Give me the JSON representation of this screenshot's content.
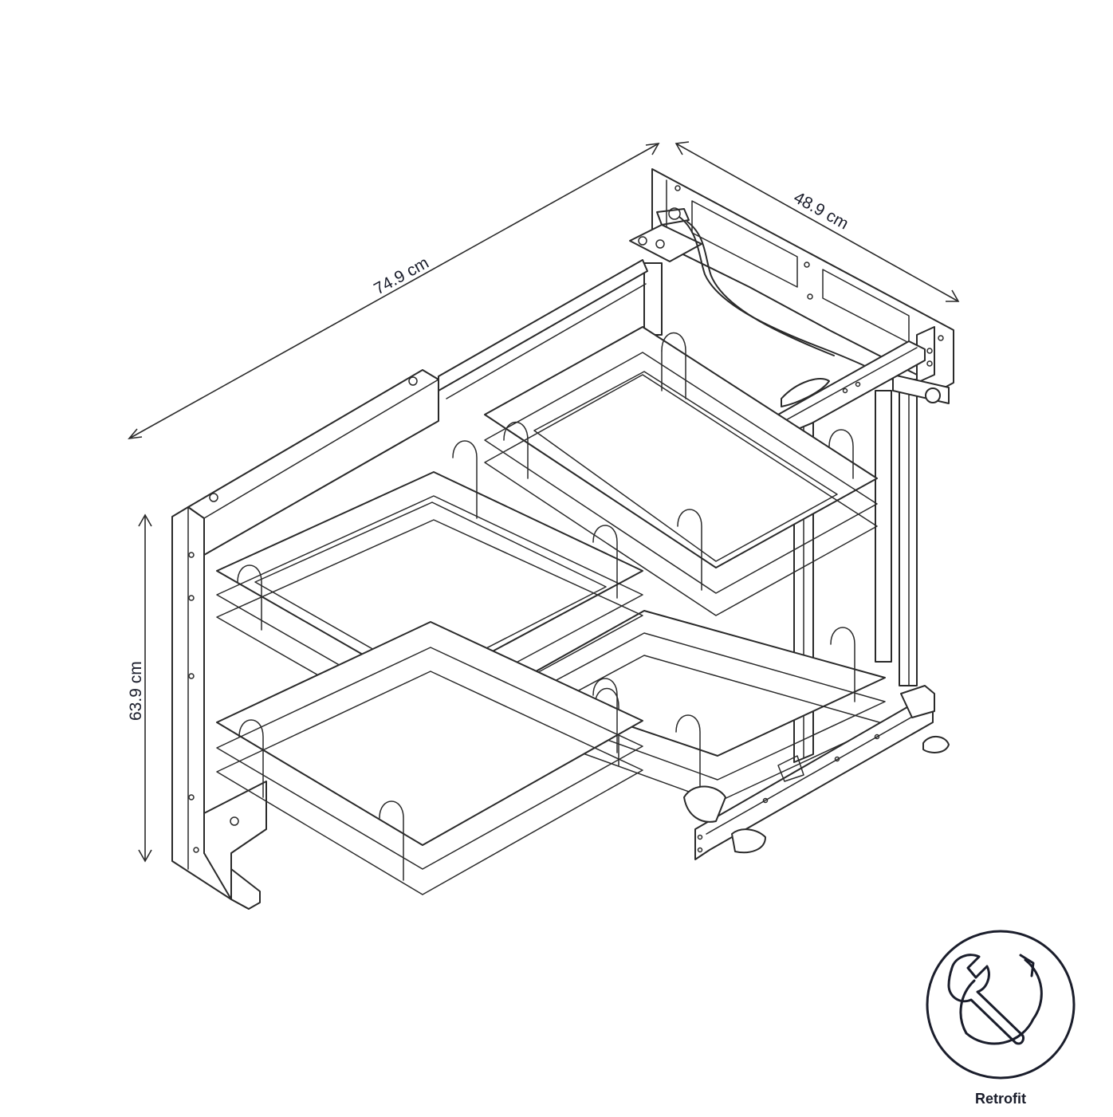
{
  "dimensions": {
    "width": "74.9 cm",
    "depth": "48.9 cm",
    "height": "63.9 cm"
  },
  "badge": {
    "icon": "wrench-rotate-icon",
    "label": "Retrofit"
  },
  "colors": {
    "line": "#2a2a2a",
    "badge": "#1a1d2b",
    "background": "#ffffff"
  }
}
